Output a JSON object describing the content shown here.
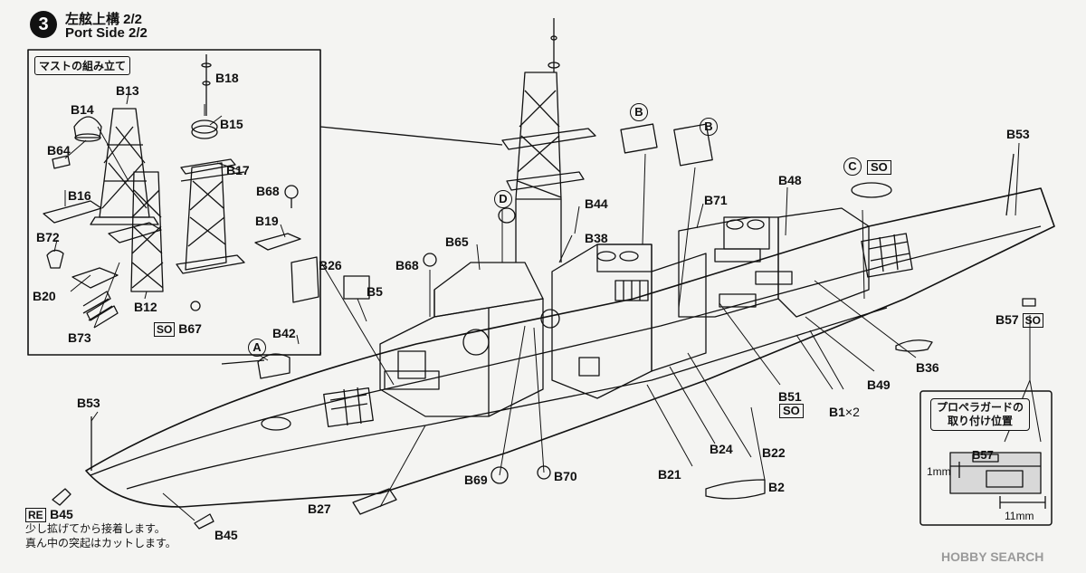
{
  "header": {
    "step_number": "3",
    "title_jp": "左舷上構 2/2",
    "title_en": "Port Side 2/2"
  },
  "mast_inset": {
    "label": "マストの組み立て",
    "parts": {
      "b13": "B13",
      "b14": "B14",
      "b18": "B18",
      "b15": "B15",
      "b17": "B17",
      "b64": "B64",
      "b16": "B16",
      "b68": "B68",
      "b19": "B19",
      "b72": "B72",
      "b20": "B20",
      "b12": "B12",
      "b67": "B67",
      "b73": "B73"
    },
    "so_b67": "SO"
  },
  "main": {
    "parts": {
      "b53_stern": "B53",
      "b48": "B48",
      "b71": "B71",
      "b44": "B44",
      "b65": "B65",
      "b38": "B38",
      "b68": "B68",
      "b26": "B26",
      "b5": "B5",
      "b42": "B42",
      "b57": "B57",
      "b36": "B36",
      "b49": "B49",
      "b51": "B51",
      "b1": "B1",
      "b1_multiplier": "×2",
      "b24": "B24",
      "b22": "B22",
      "b21": "B21",
      "b2": "B2",
      "b69": "B69",
      "b70": "B70",
      "b27": "B27",
      "b53_bow": "B53",
      "b45_top": "B45",
      "b45_bottom": "B45"
    },
    "callouts": {
      "a": "A",
      "b1": "B",
      "b2": "B",
      "c": "C",
      "d": "D"
    },
    "so_labels": {
      "c": "SO",
      "b57": "SO",
      "b51": "SO"
    }
  },
  "notes": {
    "re_badge": "RE",
    "b45_note_line1": "少し拡げてから接着します。",
    "b45_note_line2": "真ん中の突起はカットします。"
  },
  "propeller_guard": {
    "title_line1": "プロペラガードの",
    "title_line2": "取り付け位置",
    "part": "B57",
    "dim_height": "1mm",
    "dim_width": "11mm"
  },
  "watermark": "HOBBY SEARCH"
}
